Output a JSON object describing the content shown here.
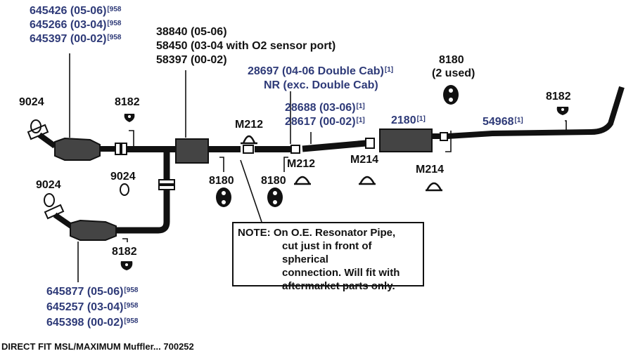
{
  "labels": {
    "p645426": "645426 (05-06)",
    "p645266": "645266 (03-04)",
    "p645397": "645397 (00-02)",
    "ref958": "[958",
    "ref1": "[1]",
    "p9024_top": "9024",
    "p8182_top_left": "8182",
    "p38840": "38840 (05-06)",
    "p58450": "58450 (03-04 with O2 sensor port)",
    "p58397": "58397 (00-02)",
    "p28697": "28697 (04-06 Double Cab)",
    "pNR": "NR (exc. Double Cab)",
    "p28688": "28688 (03-06)",
    "p28617": "28617 (00-02)",
    "p8180_right": "8180",
    "p8180_2used": "(2 used)",
    "p8182_right": "8182",
    "p2180": "2180",
    "p54968": "54968",
    "m212_a": "M212",
    "m212_b": "M212",
    "m214_a": "M214",
    "m214_b": "M214",
    "p9024_mid": "9024",
    "p9024_lower": "9024",
    "p8180_a": "8180",
    "p8180_b": "8180",
    "p8182_lower": "8182",
    "p645877": "645877 (05-06)",
    "p645257": "645257 (03-04)",
    "p645398": "645398 (00-02)"
  },
  "note": {
    "line1": "NOTE: On O.E. Resonator Pipe,",
    "line2": "cut just in front of spherical",
    "line3": "connection. Will fit with",
    "line4": "aftermarket parts only."
  },
  "caption": "DIRECT FIT MSL/MAXIMUM Muffler... 700252"
}
